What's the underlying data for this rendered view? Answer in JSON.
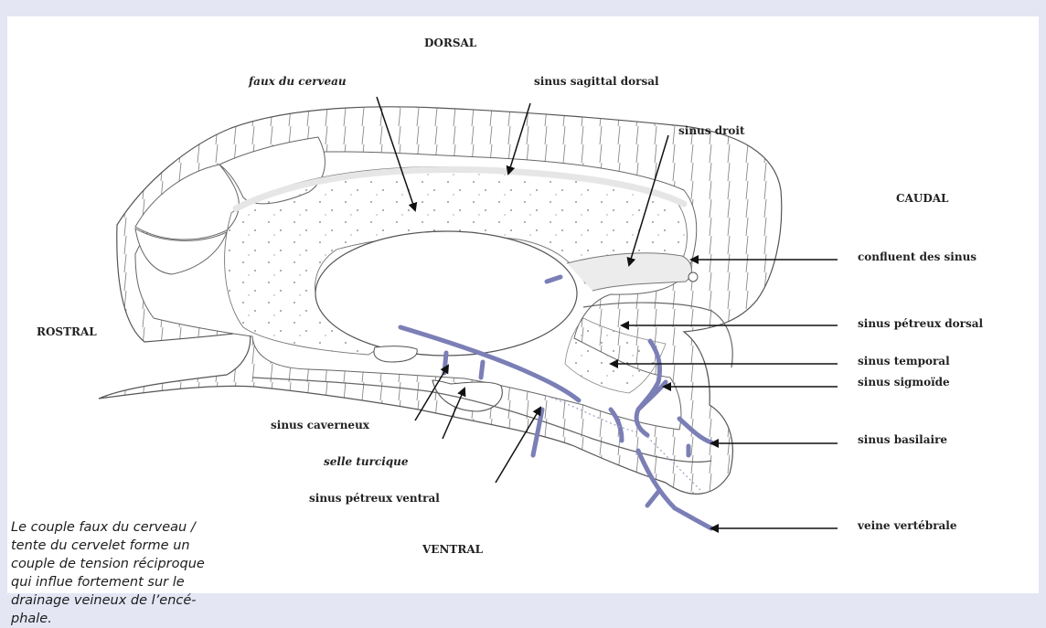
{
  "colors": {
    "page_background": "#e4e6f4",
    "panel_background": "#ffffff",
    "line": "#555555",
    "vessel": "#7b7fb6",
    "sinus_fill": "#ececec"
  },
  "directions": {
    "dorsal": "DORSAL",
    "ventral": "VENTRAL",
    "rostral": "ROSTRAL",
    "caudal": "CAUDAL"
  },
  "labels": {
    "faux_du_cerveau": "faux du cerveau",
    "sinus_sagittal_dorsal": "sinus sagittal dorsal",
    "sinus_droit": "sinus droit",
    "confluent_des_sinus": "confluent des sinus",
    "sinus_petreux_dorsal": "sinus pétreux dorsal",
    "sinus_temporal": "sinus temporal",
    "sinus_sigmoide": "sinus sigmoïde",
    "sinus_basilaire": "sinus basilaire",
    "veine_vertebrale": "veine vertébrale",
    "sinus_caverneux": "sinus caverneux",
    "selle_turcique": "selle turcique",
    "sinus_petreux_ventral": "sinus pétreux ventral"
  },
  "caption": {
    "lines": [
      "Le couple faux du cerveau /",
      "tente du cervelet forme un",
      "couple de tension réciproque",
      "qui influe fortement sur le",
      "drainage veineux de l’encé-",
      "phale."
    ]
  }
}
